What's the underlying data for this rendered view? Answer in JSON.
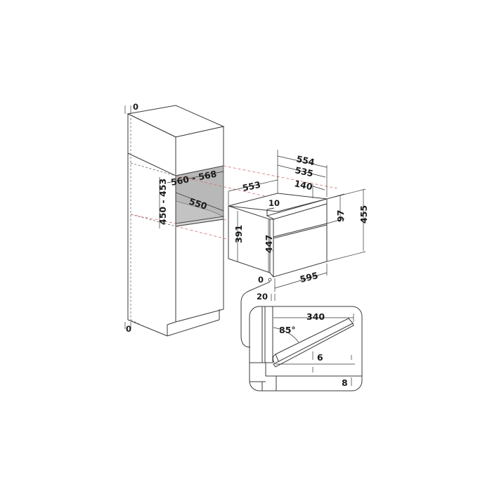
{
  "diagram": {
    "type": "built-in oven installation dimensions",
    "units": "mm",
    "colors": {
      "line": "#3a3a3a",
      "cavity": "#b8b8b8",
      "cavity_floor": "#d4d4d4",
      "projection_lines": "#d27272"
    }
  },
  "cabinet": {
    "top_gap": "0",
    "bottom_gap": "0",
    "niche_width": "560 - 568",
    "niche_depth": "550",
    "niche_height": "450 - 453"
  },
  "oven": {
    "depth_total": "554",
    "depth_body": "535",
    "depth_rear_step": "140",
    "body_width_top": "553",
    "front_lip": "10",
    "control_panel_height": "97",
    "overall_height": "455",
    "body_height": "391",
    "front_height": "447",
    "width": "595",
    "bottom_offset": "0",
    "front_thickness": "20"
  },
  "door_detail": {
    "door_length": "340",
    "opening_angle": "85°",
    "gap_top": "6",
    "gap_bottom": "8"
  }
}
